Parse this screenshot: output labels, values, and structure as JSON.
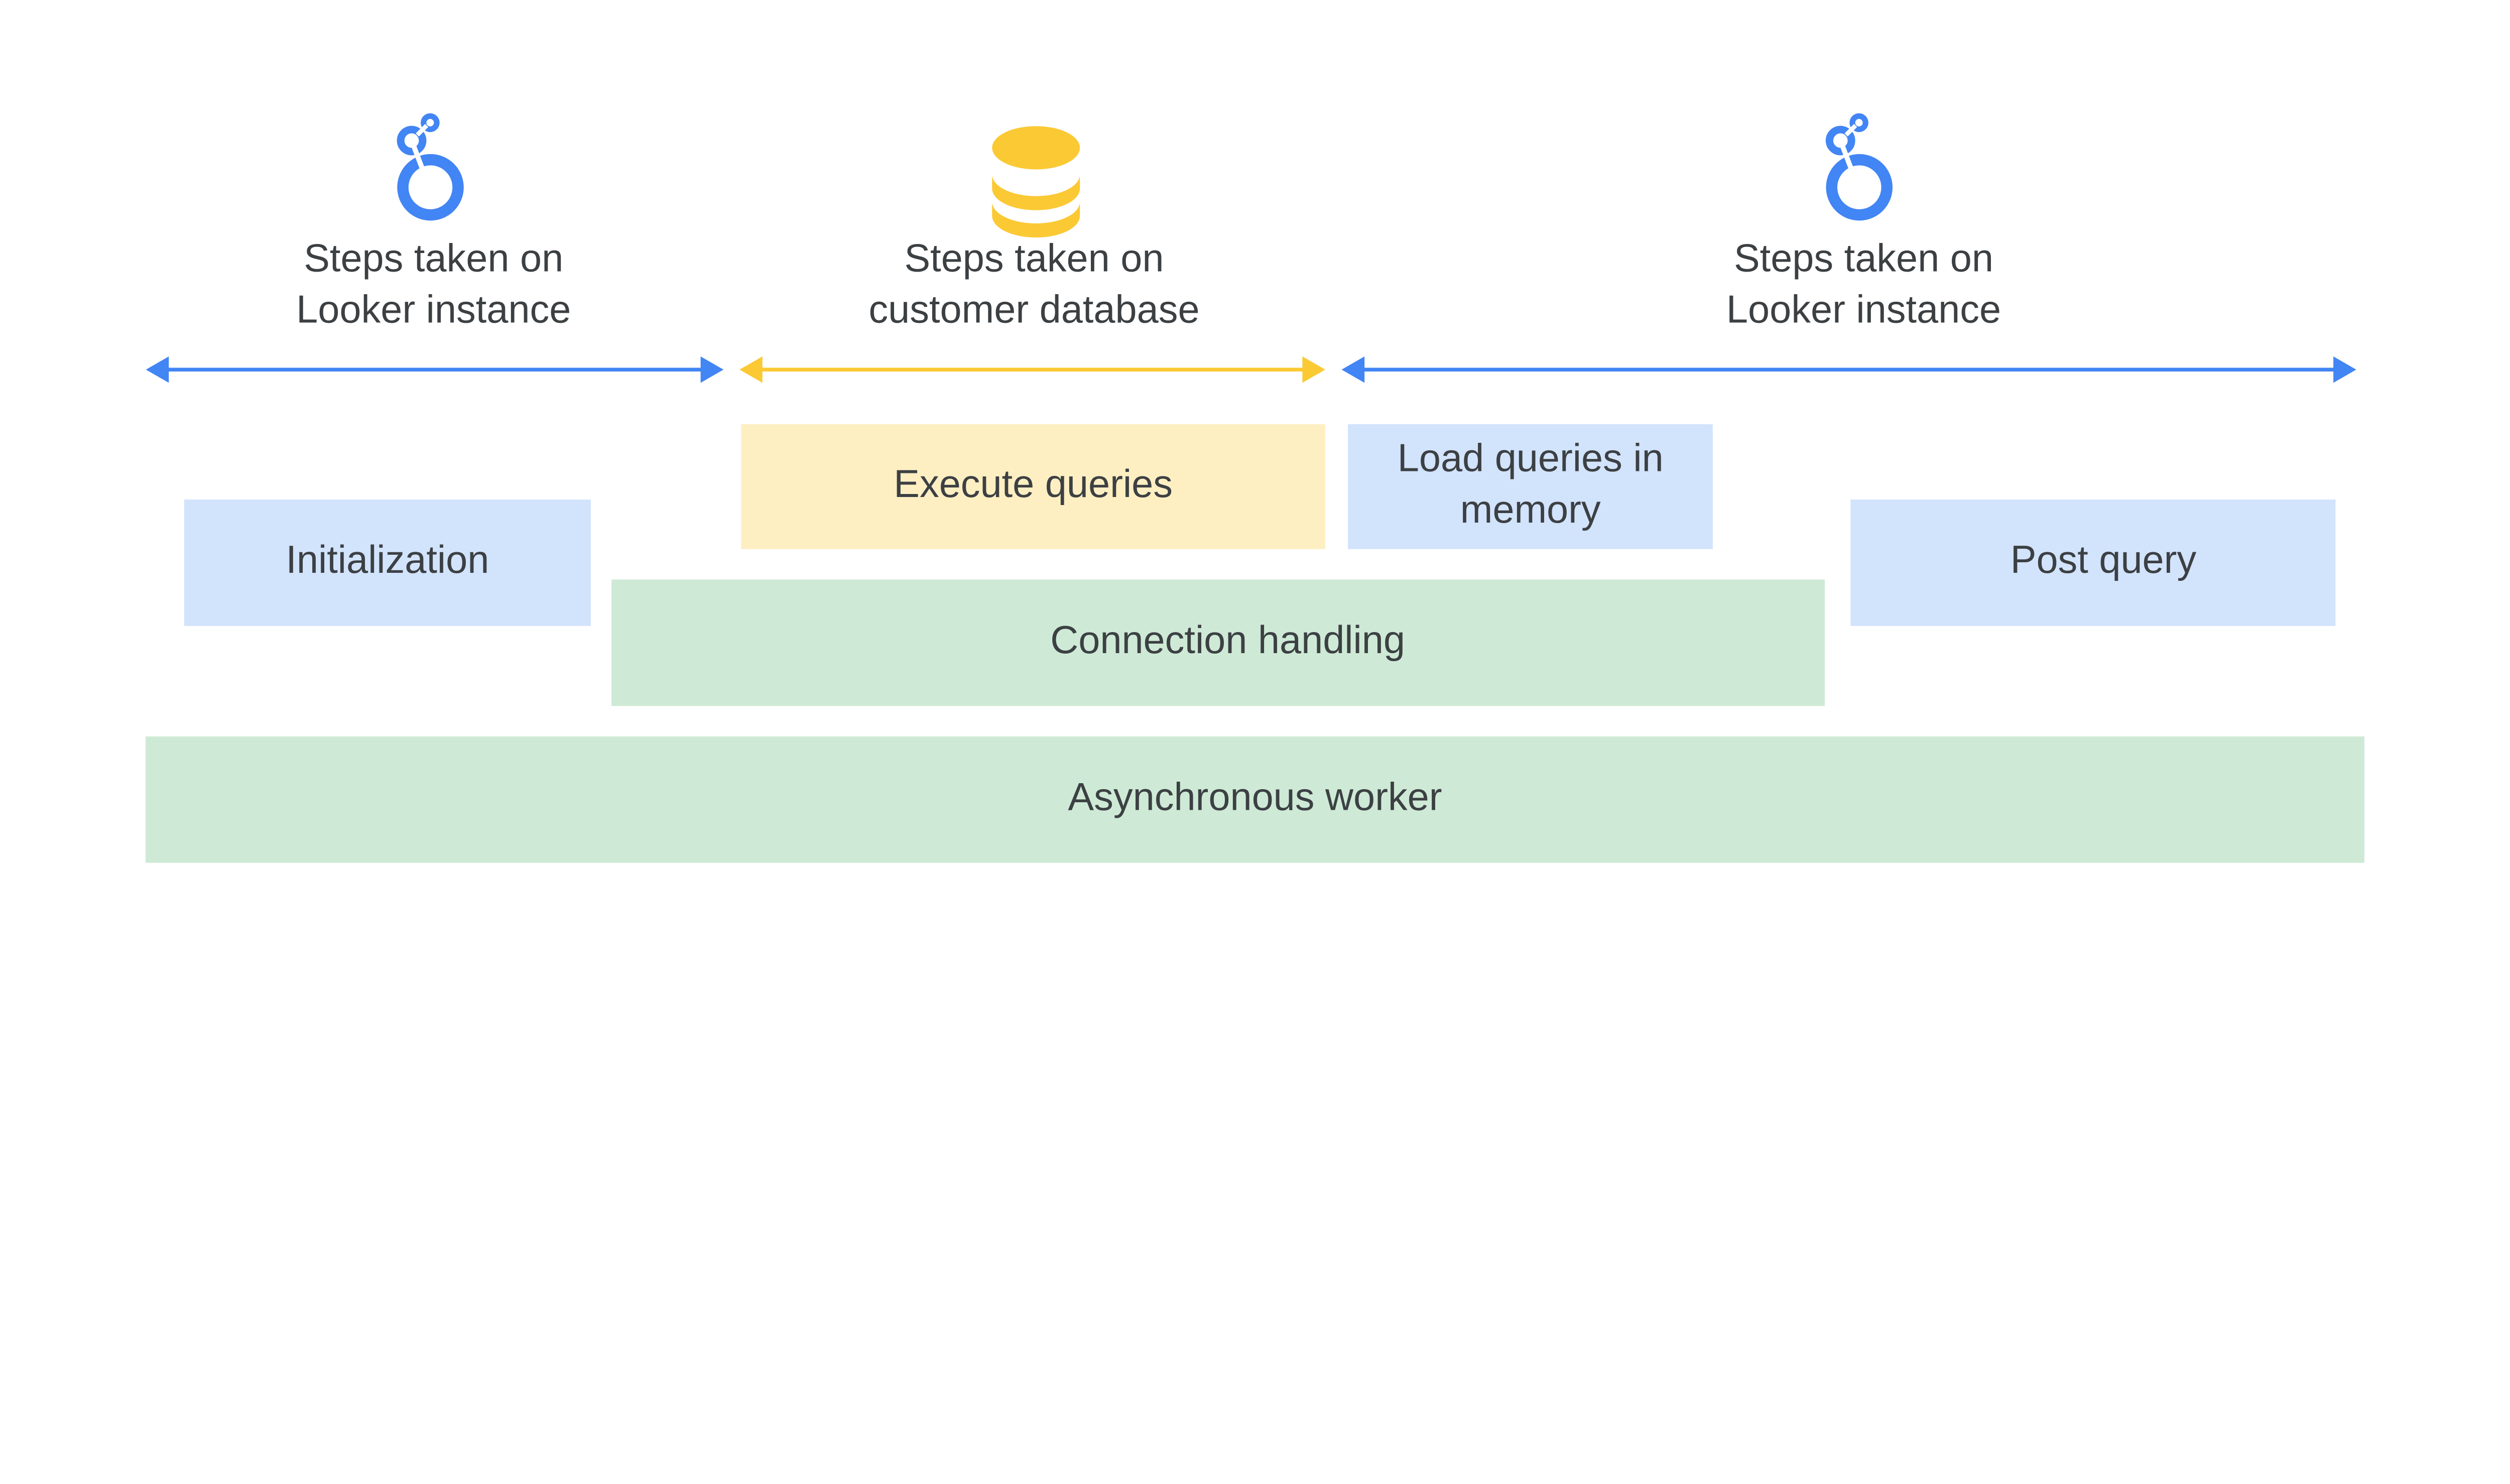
{
  "colors": {
    "looker_blue": "#4285f4",
    "database_yellow": "#fbc934",
    "looker_box": "#d2e3fc",
    "database_box": "#feefc3",
    "shared_box": "#ceead6",
    "text": "#3c4043"
  },
  "sections": [
    {
      "icon": "looker-logo-icon",
      "label_lines": [
        "Steps taken on",
        "Looker instance"
      ],
      "arrow_color": "#4285f4"
    },
    {
      "icon": "database-icon",
      "label_lines": [
        "Steps taken on",
        "customer database"
      ],
      "arrow_color": "#fbc934"
    },
    {
      "icon": "looker-logo-icon",
      "label_lines": [
        "Steps taken on",
        "Looker instance"
      ],
      "arrow_color": "#4285f4"
    }
  ],
  "boxes": {
    "initialization": {
      "lines": [
        "Initialization"
      ],
      "color": "#d2e3fc"
    },
    "execute_queries": {
      "lines": [
        "Execute queries"
      ],
      "color": "#feefc3"
    },
    "load_queries": {
      "lines": [
        "Load queries in",
        "memory"
      ],
      "color": "#d2e3fc"
    },
    "post_query": {
      "lines": [
        "Post query"
      ],
      "color": "#d2e3fc"
    },
    "connection_handling": {
      "lines": [
        "Connection handling"
      ],
      "color": "#ceead6"
    },
    "asynchronous_worker": {
      "lines": [
        "Asynchronous worker"
      ],
      "color": "#ceead6"
    }
  }
}
